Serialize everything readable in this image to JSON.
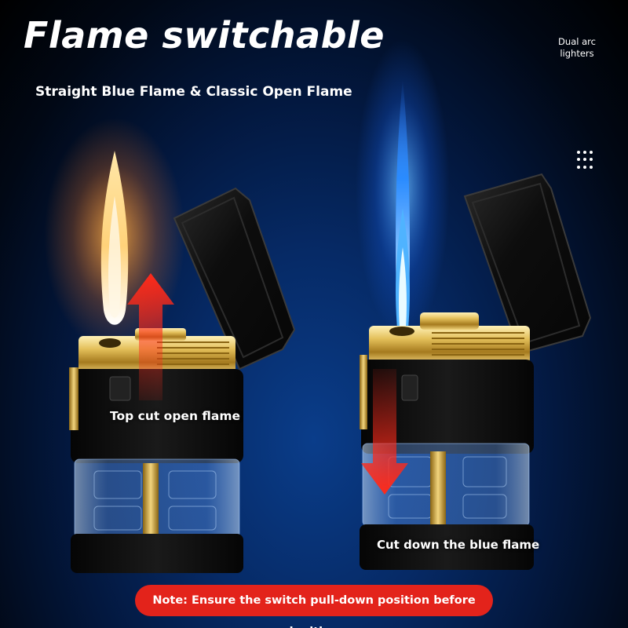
{
  "title": "Flame switchable",
  "subtitle": "Straight Blue Flame & Classic Open Flame",
  "badge": {
    "line1": "Dual arc",
    "line2": "lighters"
  },
  "menu_icon": "dots-grid-icon",
  "labels": {
    "left": "Top cut open flame",
    "right": "Cut down the blue flame"
  },
  "note": "Note: Ensure the switch pull-down position before ignition",
  "colors": {
    "background": "#062a66",
    "accent_red": "#e3231b",
    "gold": "#c8a23c",
    "lighter_body": "#111111"
  }
}
